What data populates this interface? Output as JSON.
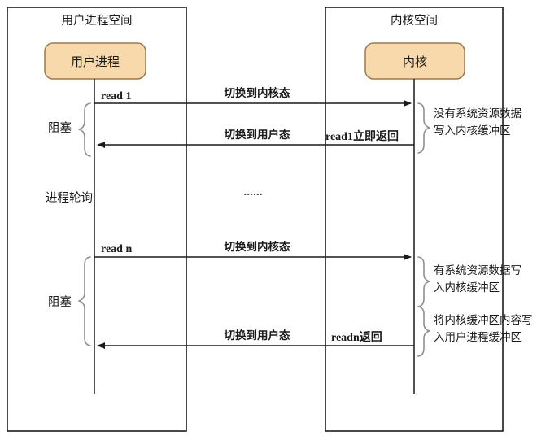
{
  "diagram": {
    "title": "IO multiplexing / non-blocking read sequence diagram",
    "colors": {
      "actor_fill": "#f8d9ab",
      "actor_stroke": "#9a7a4f",
      "line": "#1a1a1a",
      "brace": "#8f8f8f",
      "background": "#ffffff"
    },
    "lanes": [
      {
        "id": "user-space",
        "title": "用户进程空间"
      },
      {
        "id": "kernel-space",
        "title": "内核空间"
      }
    ],
    "actors": [
      {
        "id": "user-process",
        "label": "用户进程"
      },
      {
        "id": "kernel",
        "label": "内核"
      }
    ],
    "phase_one": {
      "call_label": "read 1",
      "to_kernel_label": "切换到内核态",
      "to_user_label": "切换到用户态",
      "return_label": "read1立即返回",
      "blocked_label": "阻塞",
      "kernel_note": "没有系统资源数据\n写入内核缓冲区",
      "kernel_note_lines": [
        "没有系统资源数据",
        "写入内核缓冲区"
      ]
    },
    "middle": {
      "poll_label": "进程轮询",
      "ellipsis": "......"
    },
    "phase_two": {
      "call_label": "read n",
      "to_kernel_label": "切换到内核态",
      "to_user_label": "切换到用户态",
      "return_label": "readn返回",
      "blocked_label": "阻塞",
      "kernel_note_1_lines": [
        "有系统资源数据写",
        "入内核缓冲区"
      ],
      "kernel_note_2_lines": [
        "将内核缓冲区内容写",
        "入用户进程缓冲区"
      ]
    }
  }
}
